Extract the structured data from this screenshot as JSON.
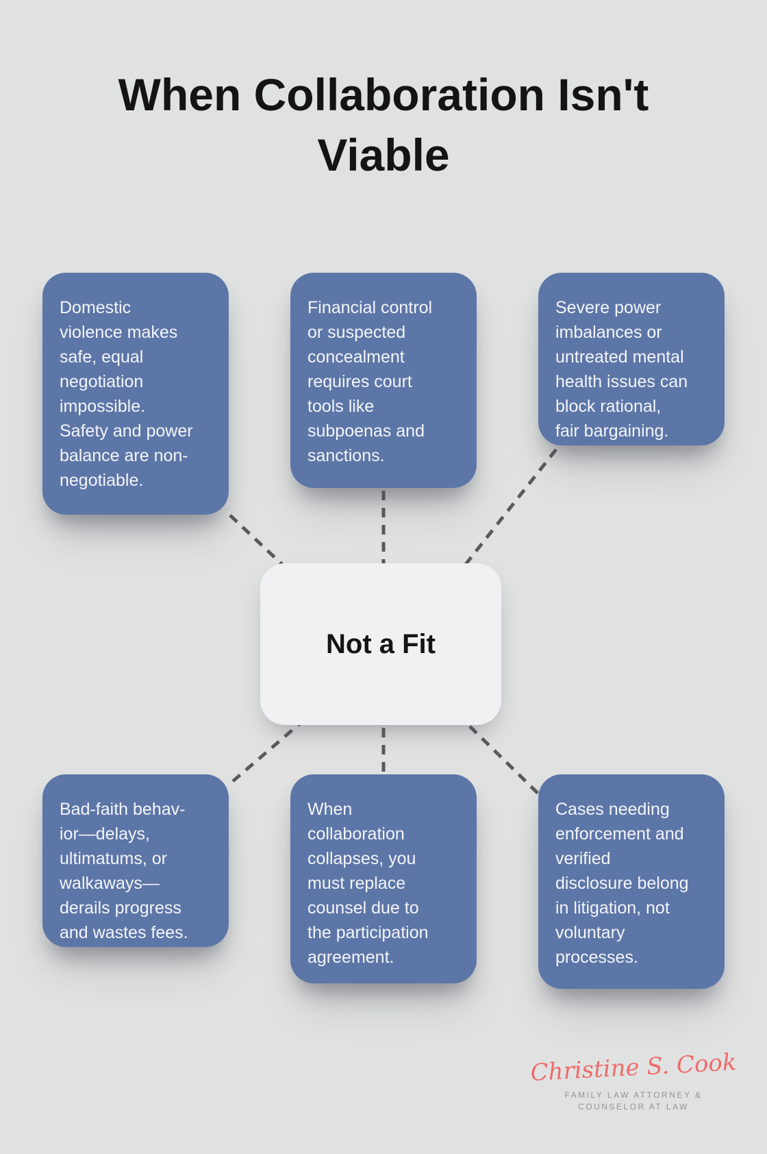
{
  "title": "When Collaboration Isn't\nViable",
  "center_label": "Not a Fit",
  "boxes": {
    "top_left": "Domestic\nviolence makes\nsafe, equal\nnegotiation\nimpossible.\nSafety and power\nbalance are non-\nnegotiable.",
    "top_middle": "Financial control\nor suspected\nconcealment\nrequires court\ntools like\nsubpoenas and\nsanctions.",
    "top_right": "Severe power\nimbalances or\nuntreated mental\nhealth issues can\nblock rational,\nfair bargaining.",
    "bottom_left": "Bad-faith behav-\nior—delays,\nultimatums, or\nwalkaways—\nderails progress\nand wastes fees.",
    "bottom_middle": "When\ncollaboration\ncollapses, you\nmust replace\ncounsel due to\nthe participation\nagreement.",
    "bottom_right": "Cases needing\nenforcement and\nverified\ndisclosure belong\nin litigation, not\nvoluntary\nprocesses."
  },
  "signature": {
    "name": "Christine S. Cook",
    "subtitle": "FAMILY LAW ATTORNEY &\nCOUNSELOR AT LAW"
  },
  "colors": {
    "background": "#e0e2e1",
    "box_blue": "#5d76a8",
    "box_text": "#f3f5f8",
    "center_box": "#f1f1f3",
    "title_text": "#141414",
    "connector": "#595a5c",
    "signature_coral": "#ee6b6b",
    "signature_gray": "#8f9295"
  }
}
